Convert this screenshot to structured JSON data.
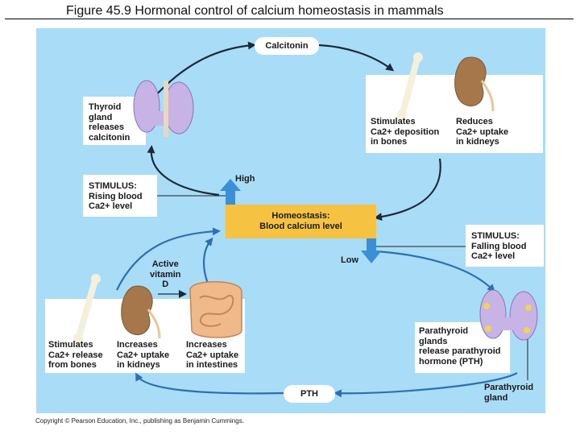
{
  "figure": {
    "title": "Figure 45.9  Hormonal control of calcium homeostasis in mammals",
    "copyright": "Copyright © Pearson Education, Inc., publishing as Benjamin Cummings."
  },
  "hormones": {
    "calcitonin": "Calcitonin",
    "pth": "PTH"
  },
  "labels": {
    "thyroid": "Thyroid\ngland\nreleases\ncalcitonin",
    "stimulates_deposition": "Stimulates\nCa2+ deposition\nin bones",
    "reduces_uptake": "Reduces\nCa2+ uptake\nin kidneys",
    "stimulus_high": "STIMULUS:\nRising blood\nCa2+ level",
    "high": "High",
    "homeostasis": "Homeostasis:\nBlood calcium level",
    "low": "Low",
    "stimulus_low": "STIMULUS:\nFalling blood\nCa2+ level",
    "vitamin_d": "Active\nvitamin\nD",
    "stimulates_release": "Stimulates\nCa2+ release\nfrom bones",
    "increases_kidney": "Increases\nCa2+ uptake\nin kidneys",
    "increases_intestine": "Increases\nCa2+ uptake\nin intestines",
    "parathyroid_releases": "Parathyroid\nglands\nrelease parathyroid\nhormone (PTH)",
    "parathyroid_gland": "Parathyroid\ngland"
  },
  "colors": {
    "panel": "#a9dcf7",
    "homeostasis_box": "#f5c242",
    "arrow_up": "#3b8fd6",
    "arrow_down": "#3b8fd6",
    "cycle_arrow": "#1a2a3a",
    "thyroid": "#c7b3e6",
    "kidney": "#a5774a",
    "bone": "#f4f0dc",
    "intestine": "#f0b98a"
  }
}
